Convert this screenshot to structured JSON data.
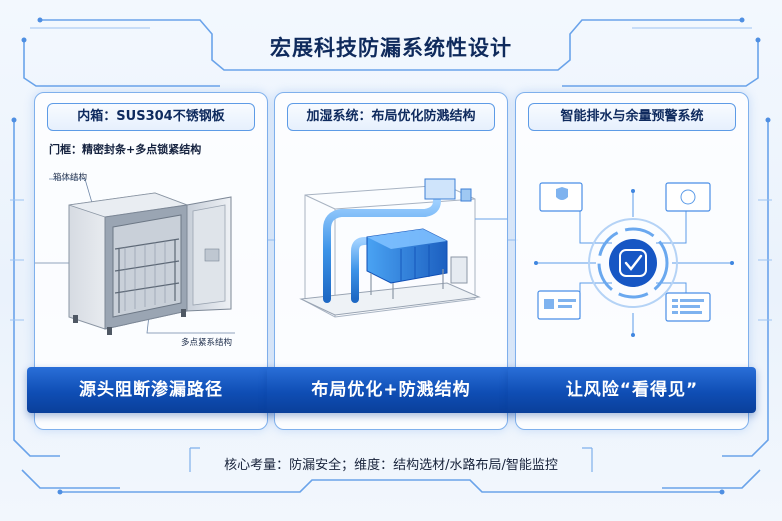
{
  "title": "宏展科技防漏系统性设计",
  "panels": [
    {
      "title": "内箱：SUS304不锈钢板",
      "subtitle": "门框：精密封条+多点锁紧结构",
      "callout_top": "箱体结构",
      "callout_bottom": "多点紧系结构",
      "banner": "源头阻断渗漏路径"
    },
    {
      "title": "加湿系统：布局优化防溅结构",
      "banner": "布局优化+防溅结构"
    },
    {
      "title": "智能排水与余量预警系统",
      "banner": "让风险“看得见”"
    }
  ],
  "footer": "核心考量：防漏安全；维度：结构选材/水路布局/智能监控",
  "colors": {
    "accent": "#1656c4",
    "frame": "#5d9be6",
    "title_text": "#0f2a5c"
  }
}
